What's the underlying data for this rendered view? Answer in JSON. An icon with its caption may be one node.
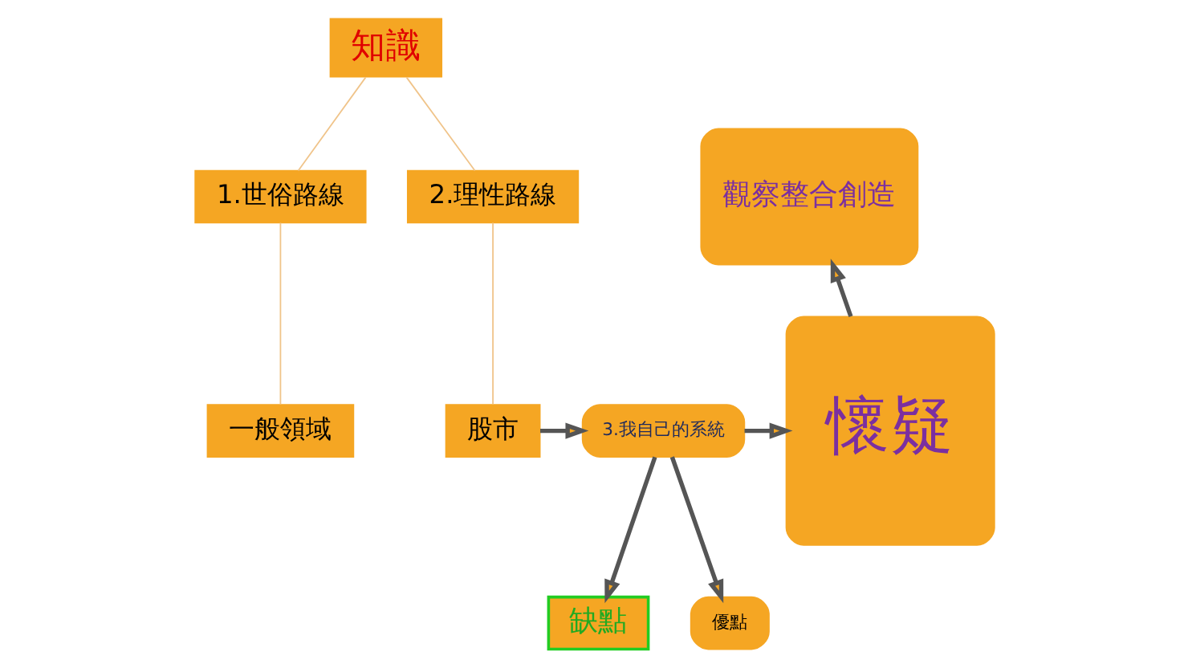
{
  "diagram": {
    "nodes": [
      {
        "text": [
          "知識"
        ]
      },
      {
        "text": [
          "1.世俗路線"
        ]
      },
      {
        "text": [
          "2.理性路線"
        ]
      },
      {
        "text": [
          "一般領域"
        ]
      },
      {
        "text": [
          "股市"
        ]
      },
      {
        "text": [
          "3.我自己的系統"
        ]
      },
      {
        "text": [
          "缺點"
        ]
      },
      {
        "text": [
          "優點"
        ]
      },
      {
        "text": [
          "懷疑"
        ]
      },
      {
        "text": [
          "觀察整合創造"
        ]
      }
    ],
    "edges": [
      {
        "from": 0,
        "to": 1,
        "arrow": "none",
        "color": "#f0c48a"
      },
      {
        "from": 0,
        "to": 2,
        "arrow": "none",
        "color": "#f0c48a"
      },
      {
        "from": 1,
        "to": 3,
        "arrow": "none",
        "color": "#f0c48a"
      },
      {
        "from": 2,
        "to": 4,
        "arrow": "none",
        "color": "#f0c48a"
      },
      {
        "from": 4,
        "to": 5,
        "arrow": "to"
      },
      {
        "from": 5,
        "to": 6,
        "arrow": "to"
      },
      {
        "from": 5,
        "to": 7,
        "arrow": "to"
      },
      {
        "from": 5,
        "to": 8,
        "arrow": "to"
      },
      {
        "from": 8,
        "to": 9,
        "arrow": "to"
      }
    ]
  }
}
